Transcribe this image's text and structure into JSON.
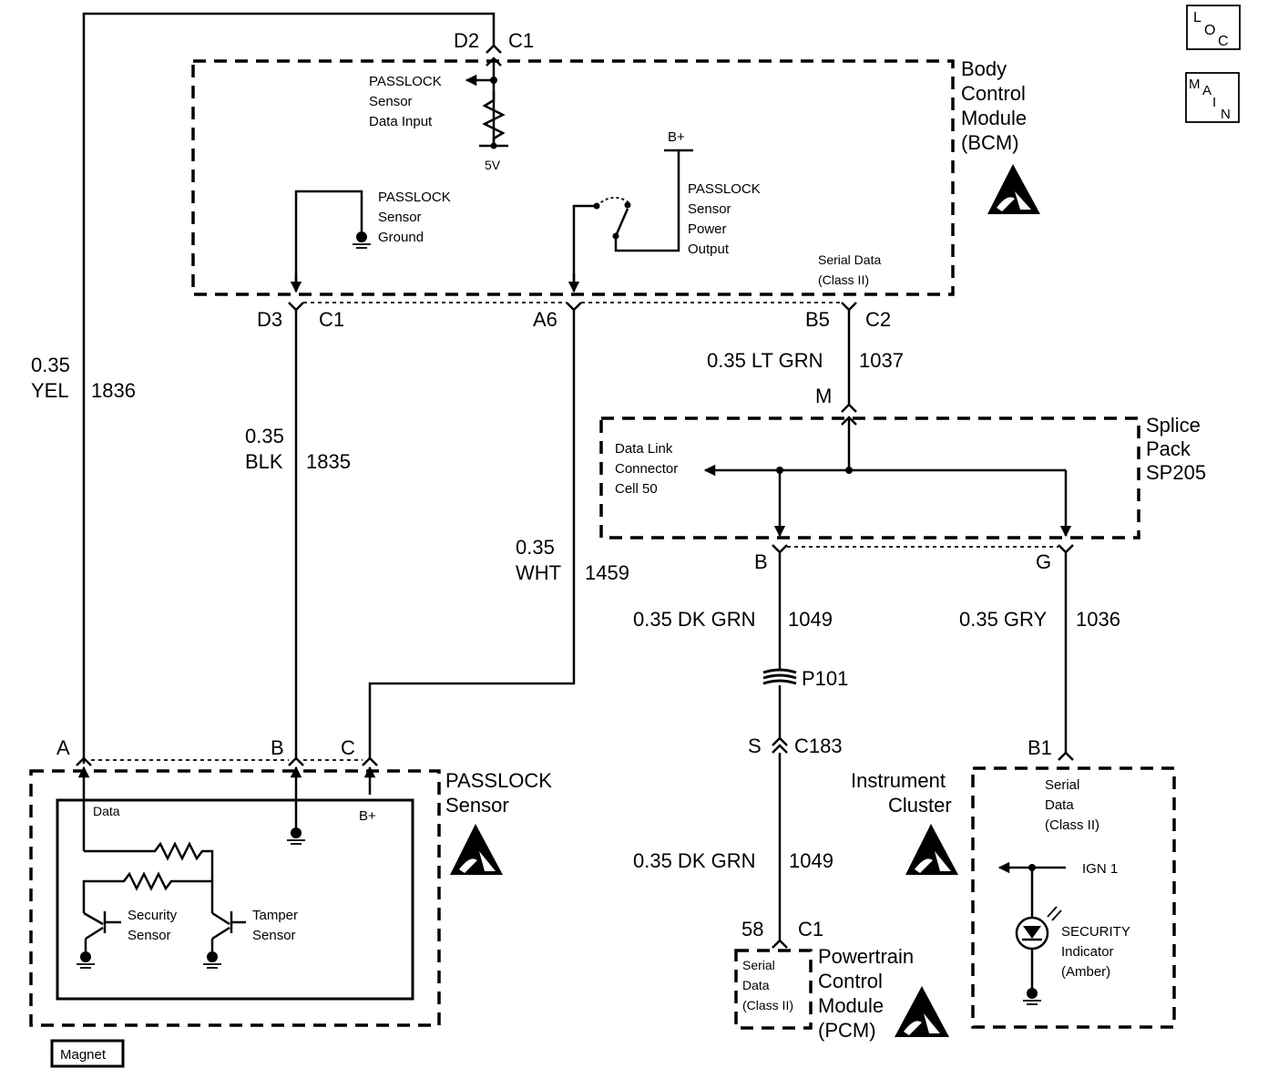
{
  "corner_tags": {
    "loc": [
      "L",
      "O",
      "C"
    ],
    "main": [
      "M",
      "A",
      "I",
      "N"
    ]
  },
  "bcm": {
    "name": [
      "Body",
      "Control",
      "Module",
      "(BCM)"
    ],
    "passlock_data": [
      "PASSLOCK",
      "Sensor",
      "Data Input"
    ],
    "v5": "5V",
    "passlock_ground": [
      "PASSLOCK",
      "Sensor",
      "Ground"
    ],
    "bplus": "B+",
    "passlock_power": [
      "PASSLOCK",
      "Sensor",
      "Power",
      "Output"
    ],
    "serial": [
      "Serial Data",
      "(Class II)"
    ]
  },
  "pins": {
    "d2": "D2",
    "d2c": "C1",
    "d3": "D3",
    "d3c": "C1",
    "a6": "A6",
    "b5": "B5",
    "b5c": "C2",
    "m": "M",
    "b": "B",
    "g": "G",
    "s": "S",
    "s_conn": "C183",
    "p101": "P101",
    "pcm58": "58",
    "pcm58c": "C1",
    "b1": "B1",
    "pa": "A",
    "pb": "B",
    "pc": "C"
  },
  "wires": {
    "yel_gauge": "0.35",
    "yel_color": "YEL",
    "yel_num": "1836",
    "blk_gauge": "0.35",
    "blk_color": "BLK",
    "blk_num": "1835",
    "wht_gauge": "0.35",
    "wht_color": "WHT",
    "wht_num": "1459",
    "ltgrn": "0.35 LT GRN",
    "ltgrn_num": "1037",
    "dkgrn1": "0.35 DK GRN",
    "dkgrn1_num": "1049",
    "gry": "0.35 GRY",
    "gry_num": "1036",
    "dkgrn2": "0.35 DK GRN",
    "dkgrn2_num": "1049"
  },
  "splice": {
    "name": [
      "Splice",
      "Pack",
      "SP205"
    ],
    "dlc": [
      "Data Link",
      "Connector",
      "Cell 50"
    ]
  },
  "passlock_sensor": {
    "name": [
      "PASSLOCK",
      "Sensor"
    ],
    "data": "Data",
    "bplus": "B+",
    "security": [
      "Security",
      "Sensor"
    ],
    "tamper": [
      "Tamper",
      "Sensor"
    ],
    "magnet": "Magnet"
  },
  "pcm": {
    "name": [
      "Powertrain",
      "Control",
      "Module",
      "(PCM)"
    ],
    "serial": [
      "Serial",
      "Data",
      "(Class II)"
    ]
  },
  "cluster": {
    "name": [
      "Instrument",
      "Cluster"
    ],
    "serial": [
      "Serial",
      "Data",
      "(Class II)"
    ],
    "ign": "IGN 1",
    "indicator": [
      "SECURITY",
      "Indicator",
      "(Amber)"
    ]
  }
}
